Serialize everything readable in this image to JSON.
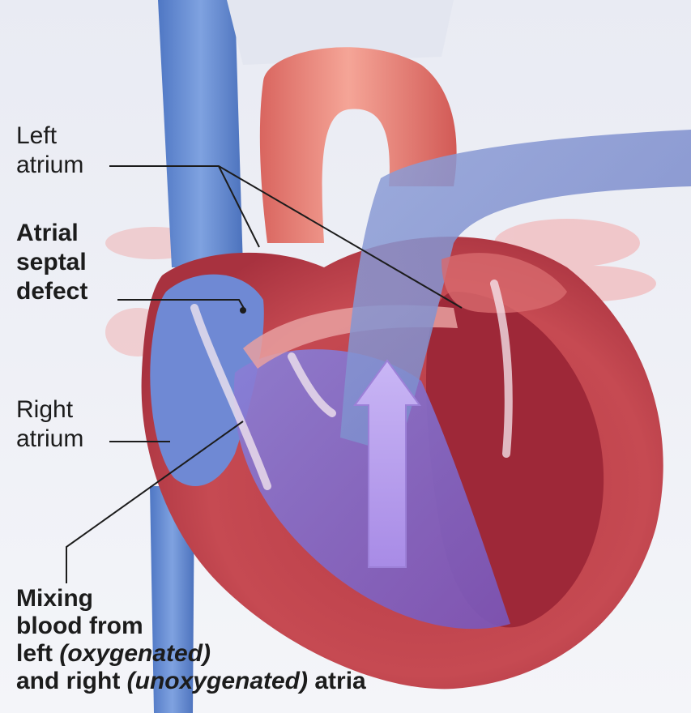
{
  "labels": {
    "left_atrium": [
      "Left",
      "atrium"
    ],
    "atrial_septal_defect": [
      "Atrial",
      "septal",
      "defect"
    ],
    "right_atrium": [
      "Right",
      "atrium"
    ],
    "mixing": {
      "line1": "Mixing",
      "line2": "blood from",
      "line3_prefix": "left ",
      "line3_italic": "(oxygenated)",
      "line4_prefix": "and right ",
      "line4_italic": "(unoxygenated)",
      "line4_suffix": " atria"
    }
  },
  "colors": {
    "background": "#eef0f6",
    "vein_blue": "#6a8fd0",
    "artery_red": "#e9897f",
    "myocardium": "#c9474f",
    "mixed_purple": "#9a7fd6",
    "leader_line": "#1c1c1c"
  }
}
